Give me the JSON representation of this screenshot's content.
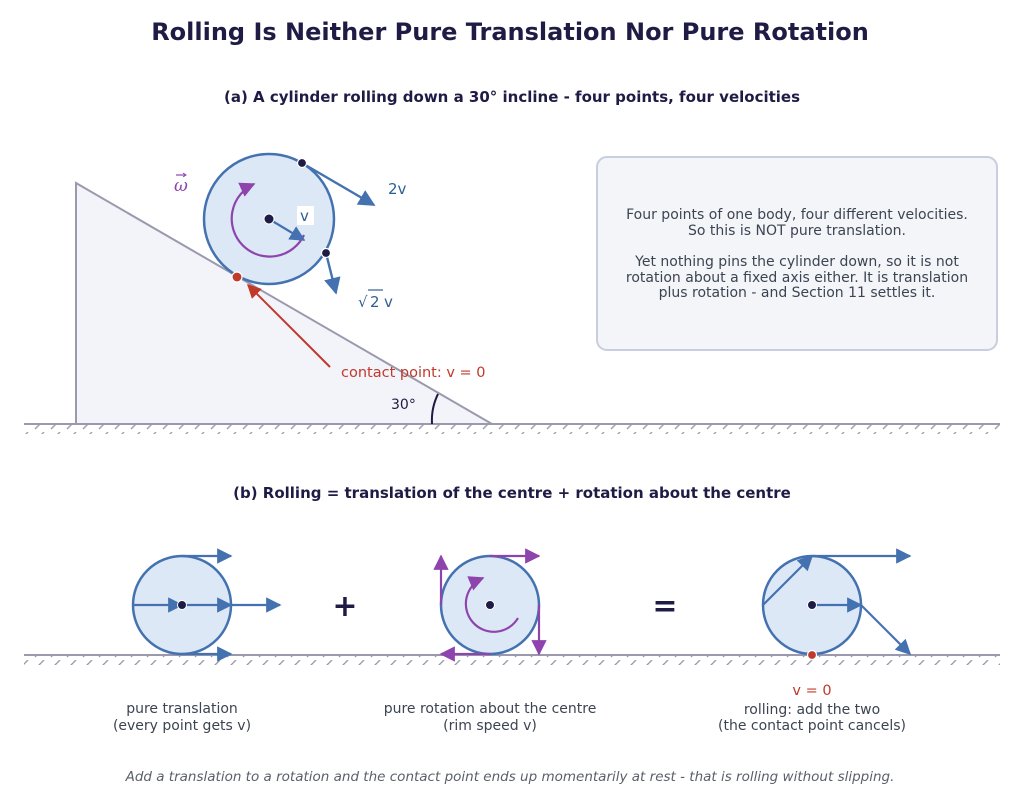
{
  "title": "Rolling Is Neither Pure Translation Nor Pure Rotation",
  "panel_a": {
    "heading": "(a)  A cylinder rolling down a 30° incline - four points, four velocities",
    "label_omega": "ω",
    "label_v": "v",
    "label_2v": "2v",
    "label_sqrt2_radical": "√",
    "label_sqrt2_num": "2",
    "label_sqrt2_v": "v",
    "label_contact": "contact point:  v = 0",
    "label_angle": "30°",
    "note_line1": "Four points of one body, four different velocities.",
    "note_line2": "So this is NOT pure translation.",
    "note_line3": "Yet nothing pins the cylinder down, so it is not",
    "note_line4": "rotation about a fixed axis either. It is translation",
    "note_line5": "plus rotation - and Section 11 settles it."
  },
  "panel_b": {
    "heading": "(b)  Rolling  =  translation of the centre  +  rotation about the centre",
    "plus": "+",
    "equals": "=",
    "caption1_line1": "pure translation",
    "caption1_line2": "(every point gets v)",
    "caption2_line1": "pure rotation about the centre",
    "caption2_line2": "(rim speed v)",
    "caption3_v0": "v = 0",
    "caption3_line1": "rolling: add the two",
    "caption3_line2": "(the contact point cancels)"
  },
  "footer": "Add a translation to a rotation and the contact point ends up momentarily at rest - that is rolling without slipping.",
  "colors": {
    "title": "#1e1b45",
    "disk_fill": "#dde8f6",
    "disk_stroke": "#4472b0",
    "velocity_arrow": "#4472b0",
    "rotation_arrow": "#8e44ad",
    "contact_red": "#c0392b",
    "ground": "#9a99ad",
    "note_box_fill": "#f3f5f9",
    "note_box_stroke": "#c8cee0"
  }
}
